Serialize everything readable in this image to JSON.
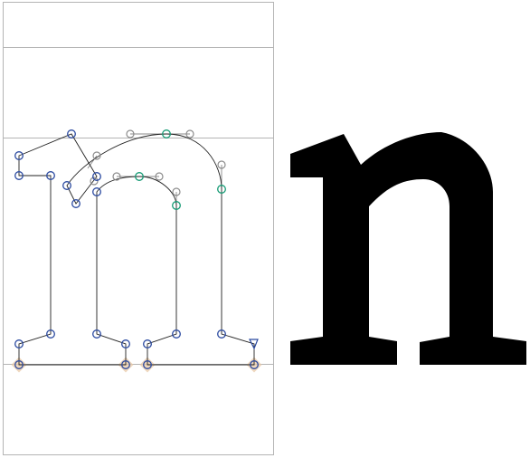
{
  "colors": {
    "on_curve": "#2b4aa0",
    "smooth": "#159a74",
    "off_curve": "#8c8c8c",
    "start_marker": "#e8c9a8",
    "glyph_fill": "#000000",
    "guide": "#b4b4b4"
  },
  "icons": {
    "on_curve_point": "circle-outline",
    "smooth_point": "circle-outline",
    "off_curve_handle": "circle-outline",
    "start_point": "diamond",
    "direction": "triangle-outline"
  }
}
